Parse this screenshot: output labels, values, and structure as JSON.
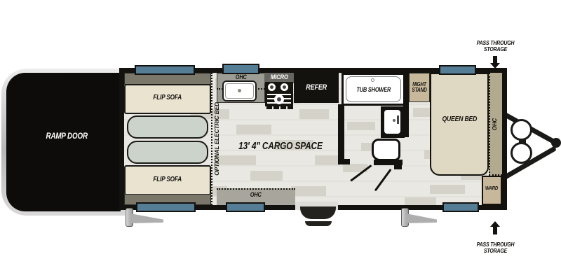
{
  "diagram": {
    "type": "travel-trailer-floorplan",
    "rear": {
      "ramp_door": "RAMP DOOR"
    },
    "garage": {
      "flip_sofa_top": "FLIP SOFA",
      "flip_sofa_bottom": "FLIP SOFA",
      "optional_electric_bed": "OPTIONAL ELECTRIC BED",
      "cargo_space": "13' 4\" CARGO SPACE"
    },
    "kitchen": {
      "ohc_top": "OHC",
      "micro": "MICRO",
      "refer": "REFER",
      "ohc_bottom": "OHC"
    },
    "bathroom": {
      "tub_shower": "TUB SHOWER"
    },
    "bedroom": {
      "night_stand": "NIGHT STAND",
      "queen_bed": "QUEEN BED",
      "ohc": "OHC",
      "ward": "WARD"
    },
    "front": {
      "pass_through_top": "PASS THROUGH STORAGE",
      "pass_through_bottom": "PASS THROUGH STORAGE"
    },
    "colors": {
      "wall": "#14120f",
      "window_blue": "#567d96",
      "cushion_tan": "#e9e3d0",
      "cushion_sage": "#ccd3ca",
      "backrest_olive": "#7b786b",
      "cabinet_tan": "#c7b89b",
      "bed_tan": "#dfd9c3",
      "ohc_strip": "#b2aa8f",
      "counter_gray": "#9d9c95",
      "floor": "#eae8e2"
    }
  }
}
